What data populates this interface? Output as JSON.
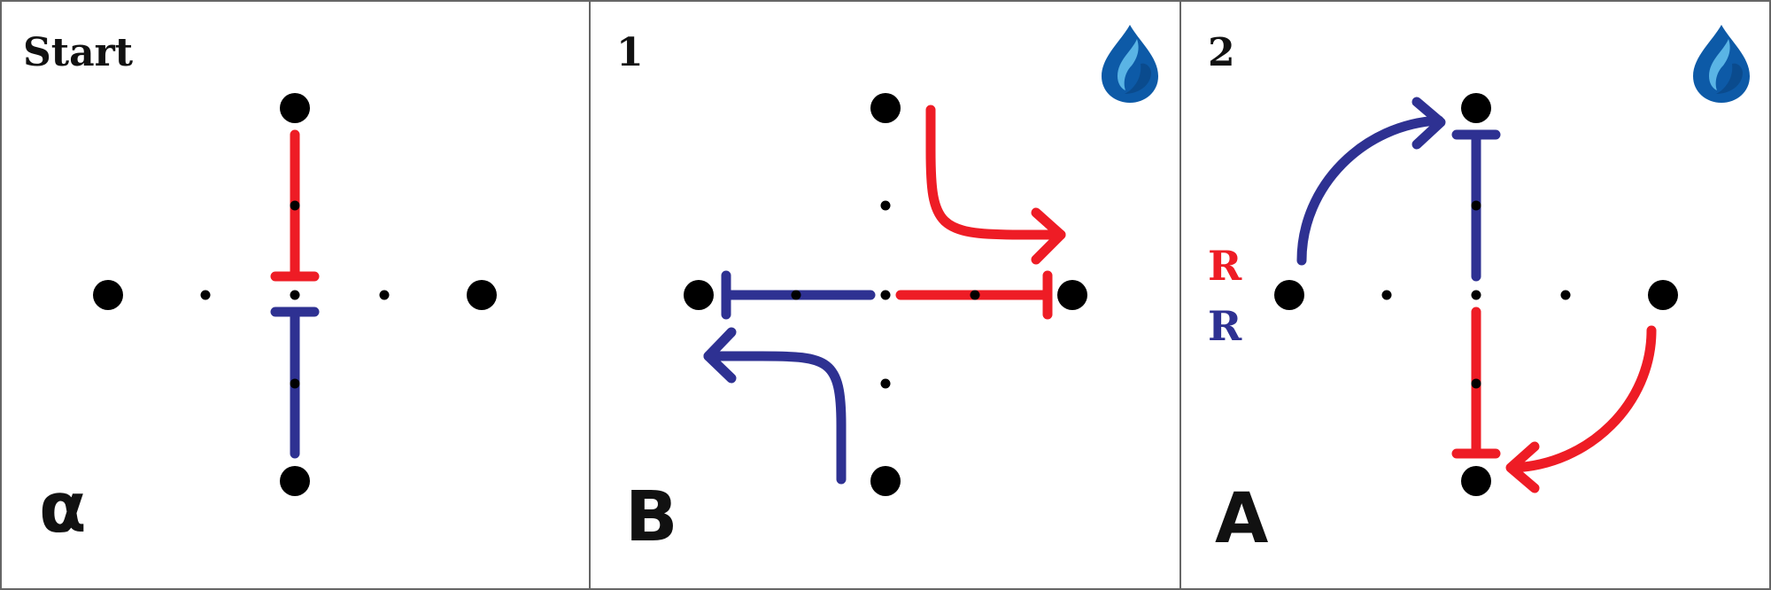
{
  "colors": {
    "red": "#ee1c25",
    "blue": "#2e3192",
    "dot": "#000000",
    "border": "#666666",
    "drop_dark": "#0d5aa7",
    "drop_light": "#5ab4e5"
  },
  "panels": [
    {
      "title": "Start",
      "label": "α",
      "has_drop_icon": false
    },
    {
      "title": "1",
      "label": "B",
      "has_drop_icon": true
    },
    {
      "title": "2",
      "label": "A",
      "has_drop_icon": true,
      "side_labels": [
        "R",
        "R"
      ]
    }
  ],
  "icons": [
    "water-drop-icon"
  ]
}
